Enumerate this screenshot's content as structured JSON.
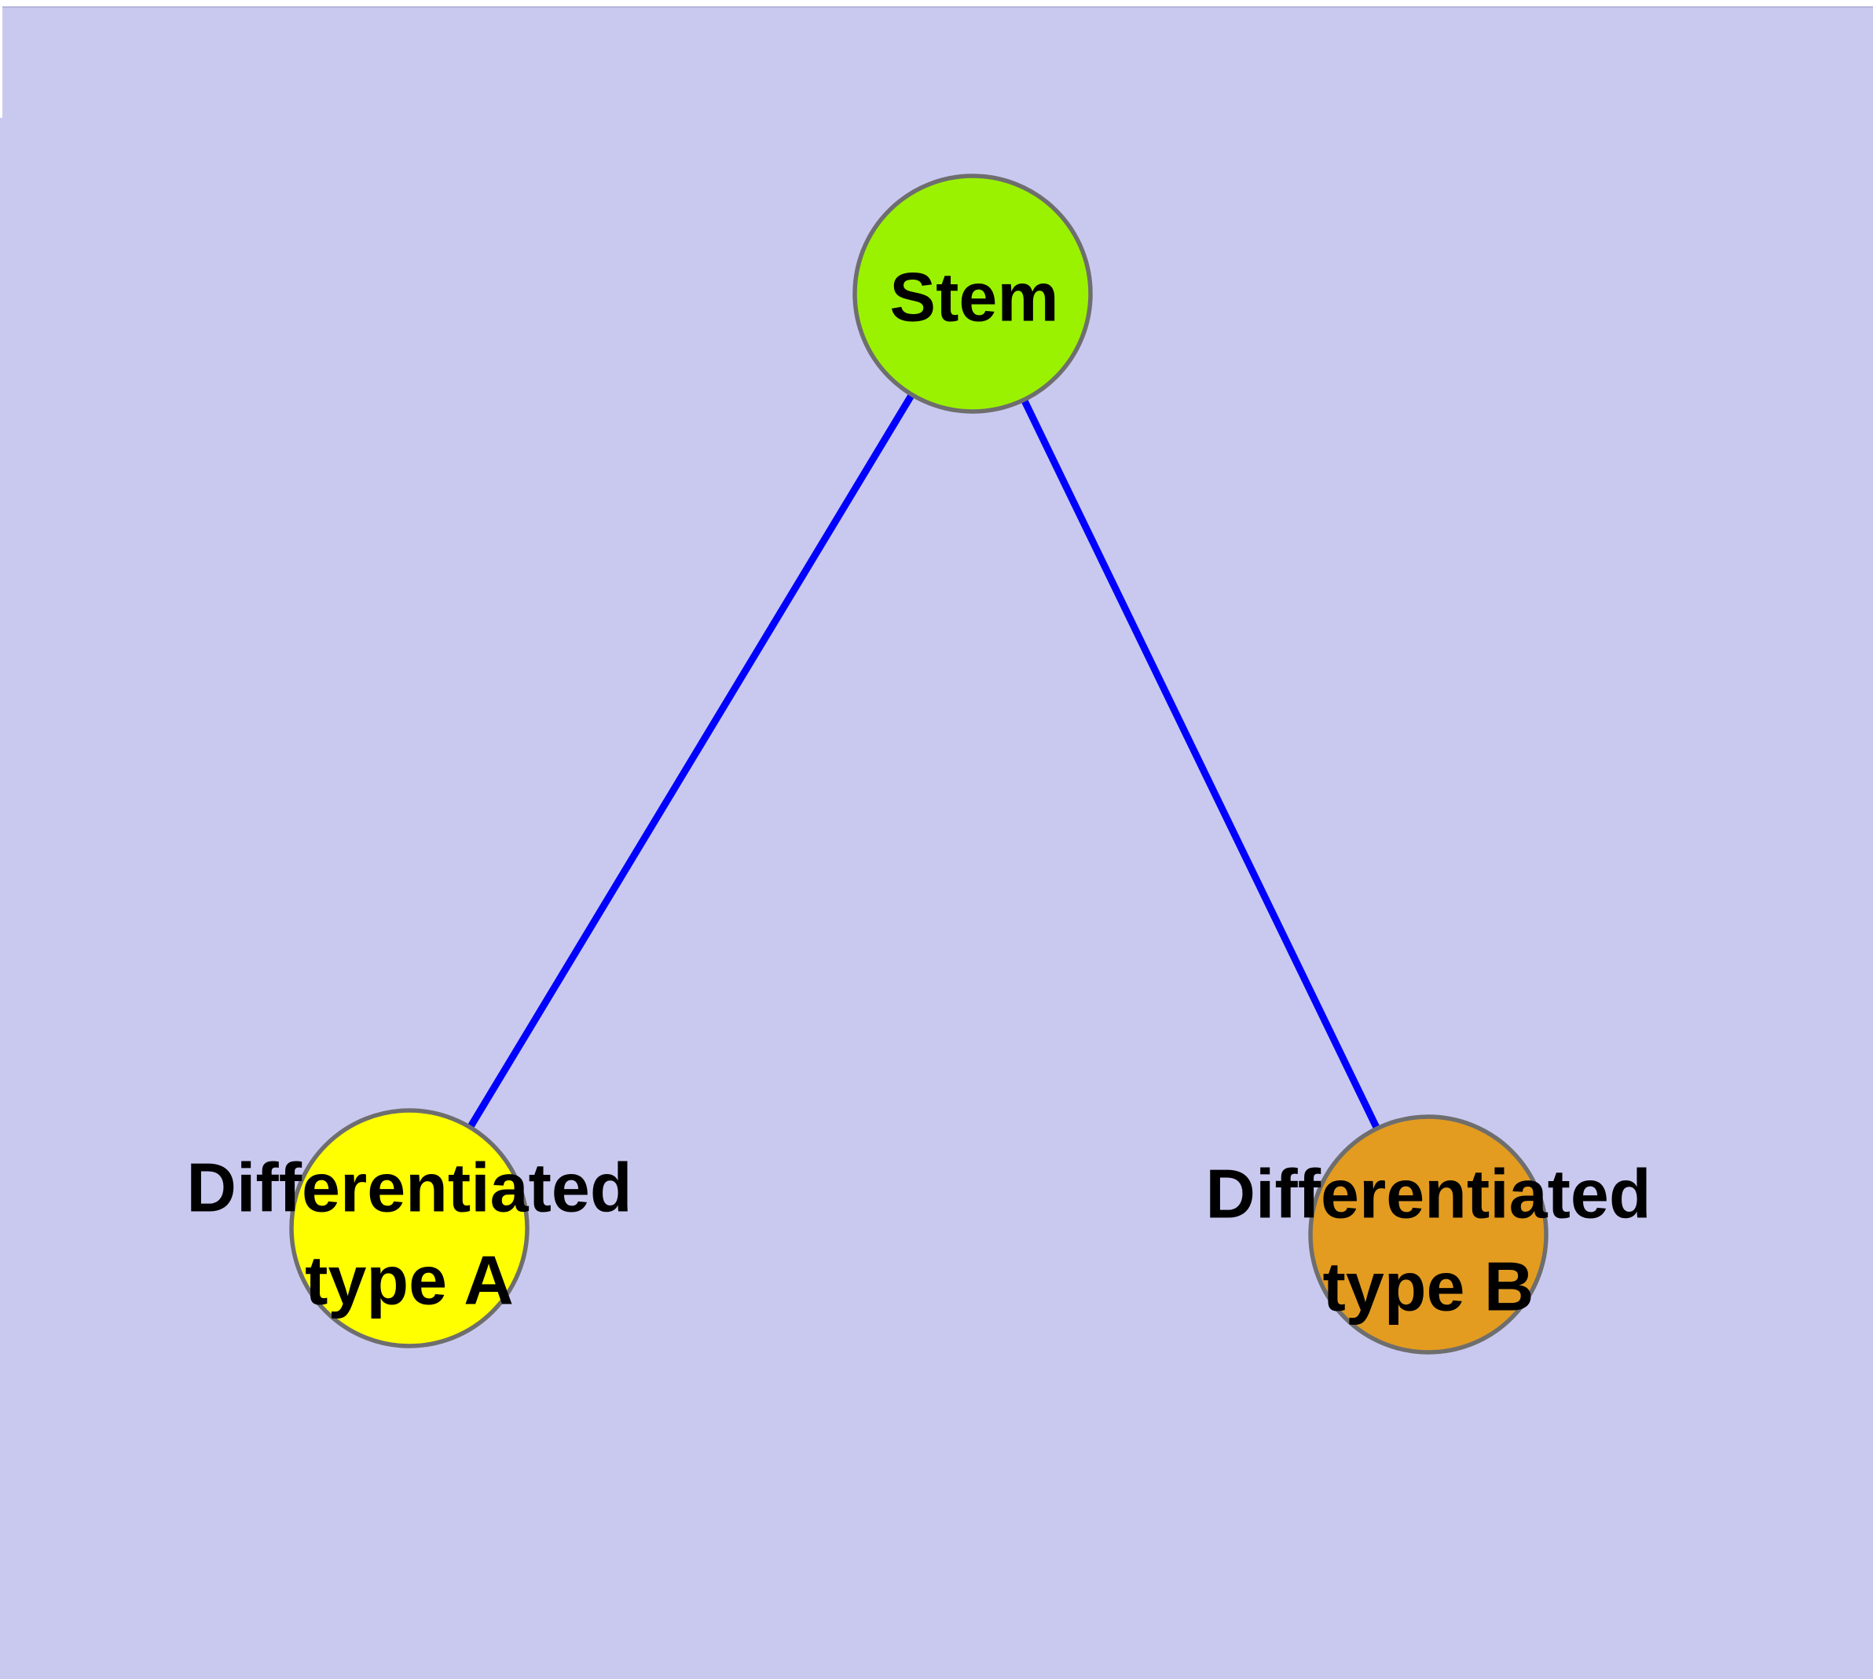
{
  "diagram": {
    "type": "node-link-graph",
    "description": "Cell differentiation hierarchy: one stem node connected to two differentiated type nodes",
    "background_color": "#c9c9f0",
    "top_strip_color": "#ffffff",
    "top_strip_line_color": "#b6b6dc",
    "edge_color": "#0000ff",
    "node_border_color": "#6e6e6e",
    "text_color": "#000000",
    "nodes": [
      {
        "id": "stem",
        "label": "Stem",
        "line1": "Stem",
        "line2": "",
        "color": "#9af200"
      },
      {
        "id": "diff-a",
        "label": "Differentiated type A",
        "line1": "Differentiated",
        "line2": "type A",
        "color": "#ffff00"
      },
      {
        "id": "diff-b",
        "label": "Differentiated type B",
        "line1": "Differentiated",
        "line2": "type B",
        "color": "#e39c20"
      }
    ],
    "edges": [
      {
        "from": "Stem",
        "to": "Differentiated type A"
      },
      {
        "from": "Stem",
        "to": "Differentiated type B"
      }
    ]
  }
}
